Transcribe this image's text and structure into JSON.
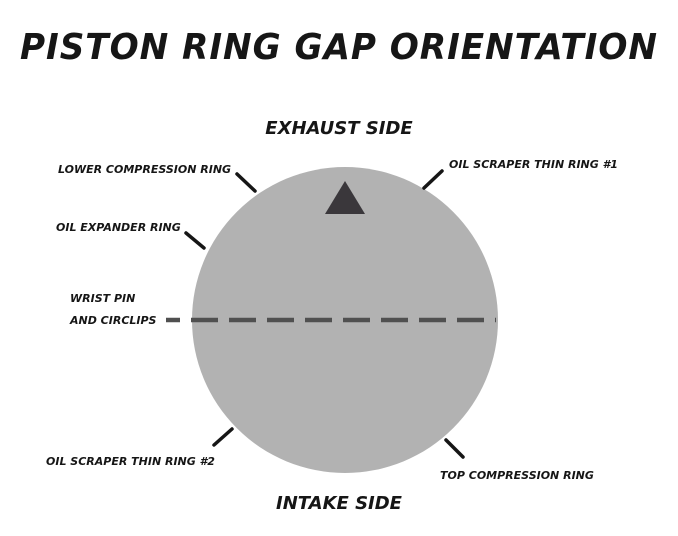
{
  "title": "PISTON RING GAP ORIENTATION",
  "sides": {
    "top": "EXHAUST SIDE",
    "bottom": "INTAKE SIDE"
  },
  "rings": {
    "lower_compression": "LOWER COMPRESSION RING",
    "oil_scraper_1": "OIL SCRAPER THIN RING #1",
    "oil_expander": "OIL EXPANDER RING",
    "wrist_pin_line1": "WRIST PIN",
    "wrist_pin_line2": "AND CIRCLIPS",
    "oil_scraper_2": "OIL SCRAPER THIN RING #2",
    "top_compression": "TOP COMPRESSION RING"
  },
  "colors": {
    "piston": "#b2b2b2",
    "arrow": "#3a373b",
    "ink": "#161616",
    "pin_line": "#505050"
  },
  "icons": {
    "direction_marker": "triangle-up-icon"
  }
}
